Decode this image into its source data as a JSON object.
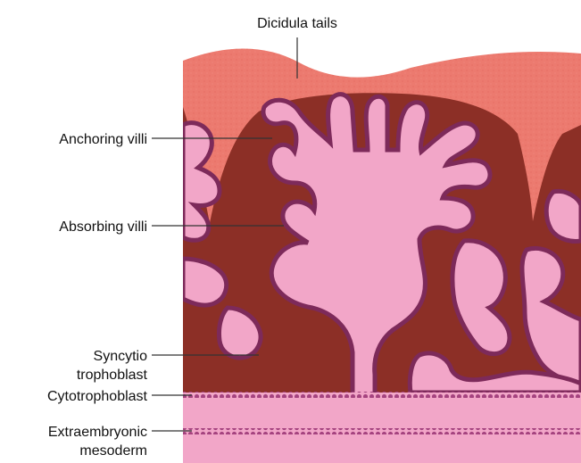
{
  "labels": {
    "decidua": "Dicidula tails",
    "anchoring": "Anchoring villi",
    "absorbing": "Absorbing villi",
    "syncytio_line1": "Syncytio",
    "syncytio_line2": "trophoblast",
    "cytotrophoblast": "Cytotrophoblast",
    "extraembryonic_line1": "Extraembryonic",
    "extraembryonic_line2": "mesoderm"
  },
  "colors": {
    "decidua": "#ec7a6f",
    "intervillous_space": "#8c2f26",
    "villus_core": "#f2a6c8",
    "trophoblast_border": "#7d2a5a",
    "trophoblast_cells": "#a04080"
  }
}
